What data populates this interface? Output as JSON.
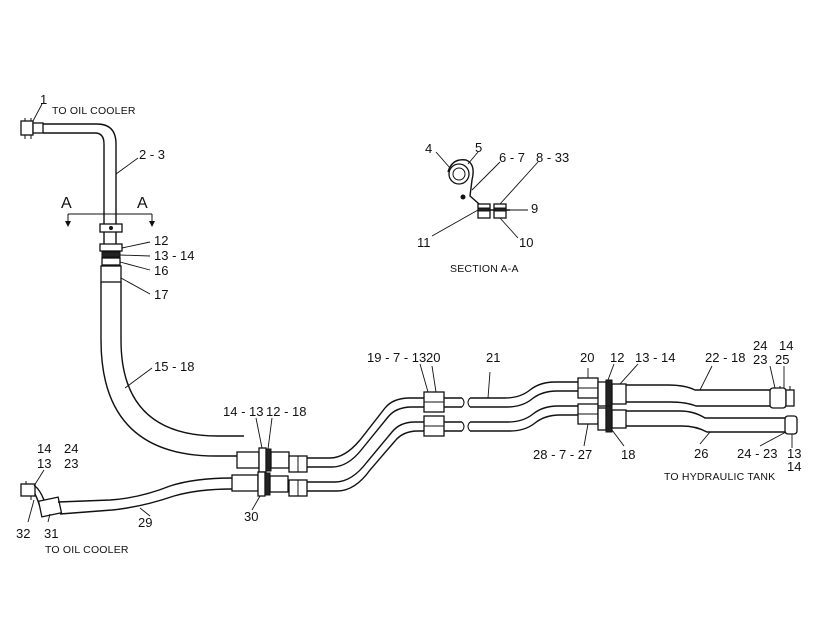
{
  "notes": {
    "to_oil_cooler_top": "TO OIL COOLER",
    "to_oil_cooler_bottom": "TO OIL COOLER",
    "to_hydraulic_tank": "TO HYDRAULIC TANK",
    "section": "SECTION A-A",
    "section_mark": "A"
  },
  "callouts": {
    "c1": "1",
    "c2_3": "2 - 3",
    "c12a": "12",
    "c13_14a": "13 - 14",
    "c16": "16",
    "c17": "17",
    "c15_18": "15 - 18",
    "c4": "4",
    "c5": "5",
    "c6_7": "6 - 7",
    "c8_33": "8 - 33",
    "c9": "9",
    "c10": "10",
    "c11": "11",
    "c19_7_13": "19 - 7 - 13",
    "c20a": "20",
    "c21": "21",
    "c20b": "20",
    "c12b": "12",
    "c13_14b": "13 - 14",
    "c22_18": "22 - 18",
    "c24a": "24",
    "c14a": "14",
    "c23a": "23",
    "c25": "25",
    "c14_13": "14 - 13",
    "c12_18": "12 - 18",
    "c28_7_27": "28 - 7 - 27",
    "c18": "18",
    "c26": "26",
    "c24_23": "24 - 23",
    "c13": "13",
    "c14b": "14",
    "c14c": "14",
    "c24b": "24",
    "c13b": "13",
    "c23b": "23",
    "c30": "30",
    "c29": "29",
    "c32": "32",
    "c31": "31"
  }
}
